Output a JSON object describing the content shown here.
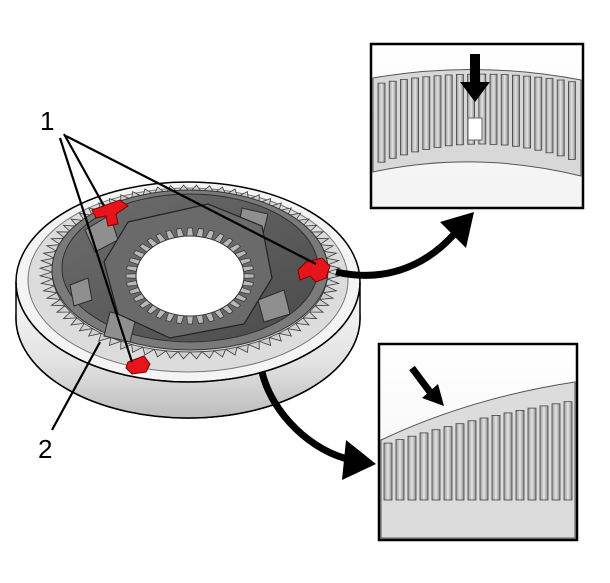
{
  "labels": {
    "clip_callout": "1",
    "ring_callout": "2"
  },
  "colors": {
    "clip_red": "#e8141c",
    "metal_dark": "#5c5c5c",
    "metal_mid": "#8e8e8e",
    "metal_light": "#d6d6d6",
    "ring_white": "#efefef",
    "outline": "#000000"
  },
  "parts": {
    "clip_count": 3,
    "detail_views": 2
  }
}
